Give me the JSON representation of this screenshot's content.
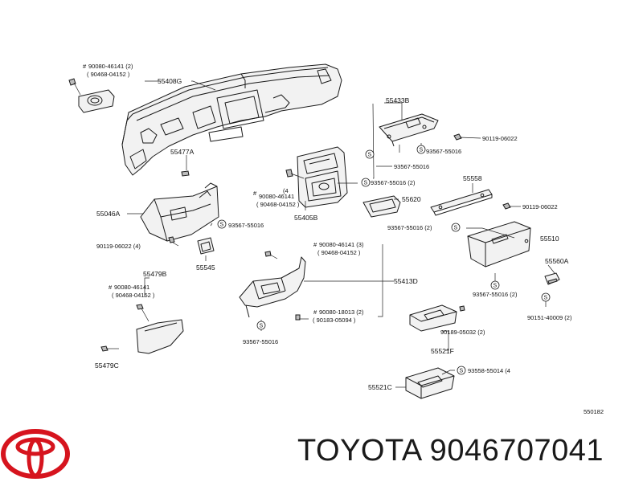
{
  "labels": {
    "p55408G": "55408G",
    "c_90080_46141_tl": "90080-46141 (2)",
    "c_90468_04152_tl": "( 90468-04152 )",
    "p55433B": "55433B",
    "c_90119_06022_r1": "90119-06022",
    "c_93567_55016_a": "93567-55016",
    "c_93567_55016_b": "93567-55016",
    "c_93567_55016_c": "93567-55016 (2)",
    "p55477A": "55477A",
    "c_90080_46141_m": "90080-46141",
    "c_90468_04152_m": "( 90468-04152 )",
    "qty4": "(4",
    "p55620": "55620",
    "p55558": "55558",
    "c_90119_06022_r2": "90119-06022",
    "p55046A": "55046A",
    "p55405B": "55405B",
    "c_93567_55016_d": "93567-55016",
    "c_93567_55016_e": "93567-55016 (2)",
    "c_90119_06022_l": "90119-06022 (4)",
    "p55510": "55510",
    "c_90080_46141_c": "90080-46141 (3)",
    "c_90468_04152_c": "( 90468-04152 )",
    "p55545": "55545",
    "p55560A": "55560A",
    "p55479B": "55479B",
    "p55413D": "55413D",
    "c_90080_46141_l": "90080-46141",
    "c_90468_04152_l": "( 90468-04152 )",
    "c_93567_55016_f": "93567-55016 (2)",
    "c_90151_40009": "90151-40009 (2)",
    "c_90080_18013": "90080-18013 (2)",
    "c_90183_05094": "( 90183-05094 )",
    "c_90189_05032": "90189-05032 (2)",
    "c_93567_55016_g": "93567-55016",
    "p55521F": "55521F",
    "p55479C": "55479C",
    "c_93558_55014": "93558-55014 (4",
    "p55521C": "55521C",
    "diagram_id": "550182",
    "hash": "#",
    "s": "S"
  },
  "brand": {
    "name": "TOYOTA",
    "part_number": "9046707041",
    "text": "TOYOTA 9046707041",
    "logo_color": "#d6141e",
    "logo_icon": "toyota-logo-icon"
  }
}
